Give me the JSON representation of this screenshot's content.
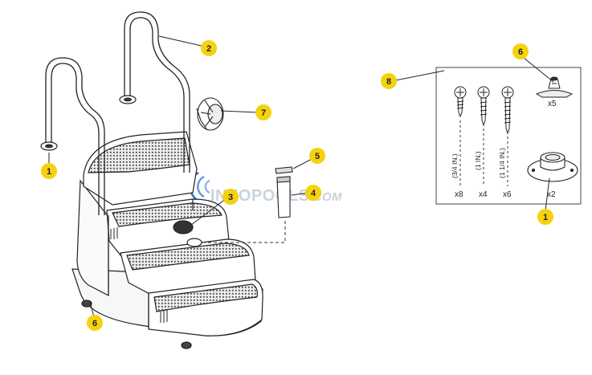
{
  "watermark": {
    "brand": "INYOPOOLS",
    "suffix": ".COM",
    "color": "#c9d3dd"
  },
  "callout_color": "#f5d20f",
  "callouts": [
    {
      "label": "1"
    },
    {
      "label": "2"
    },
    {
      "label": "3"
    },
    {
      "label": "4"
    },
    {
      "label": "5"
    },
    {
      "label": "6"
    },
    {
      "label": "7"
    },
    {
      "label": "8"
    },
    {
      "label": "6"
    },
    {
      "label": "1"
    }
  ],
  "hardware_kit": {
    "screws": [
      {
        "size": "(3/4 IN.)",
        "qty": "x8"
      },
      {
        "size": "(1 IN.)",
        "qty": "x4"
      },
      {
        "size": "(1 1/4 IN.)",
        "qty": "x6"
      }
    ],
    "anchor_qty": "x5",
    "base_qty": "x2"
  }
}
